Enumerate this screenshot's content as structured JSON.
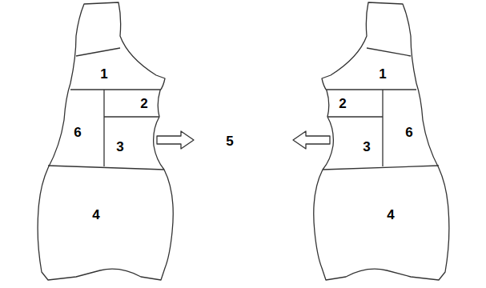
{
  "diagram": {
    "labels": [
      "1",
      "2",
      "6",
      "3",
      "4",
      "5",
      "1",
      "2",
      "3",
      "6",
      "4"
    ]
  }
}
